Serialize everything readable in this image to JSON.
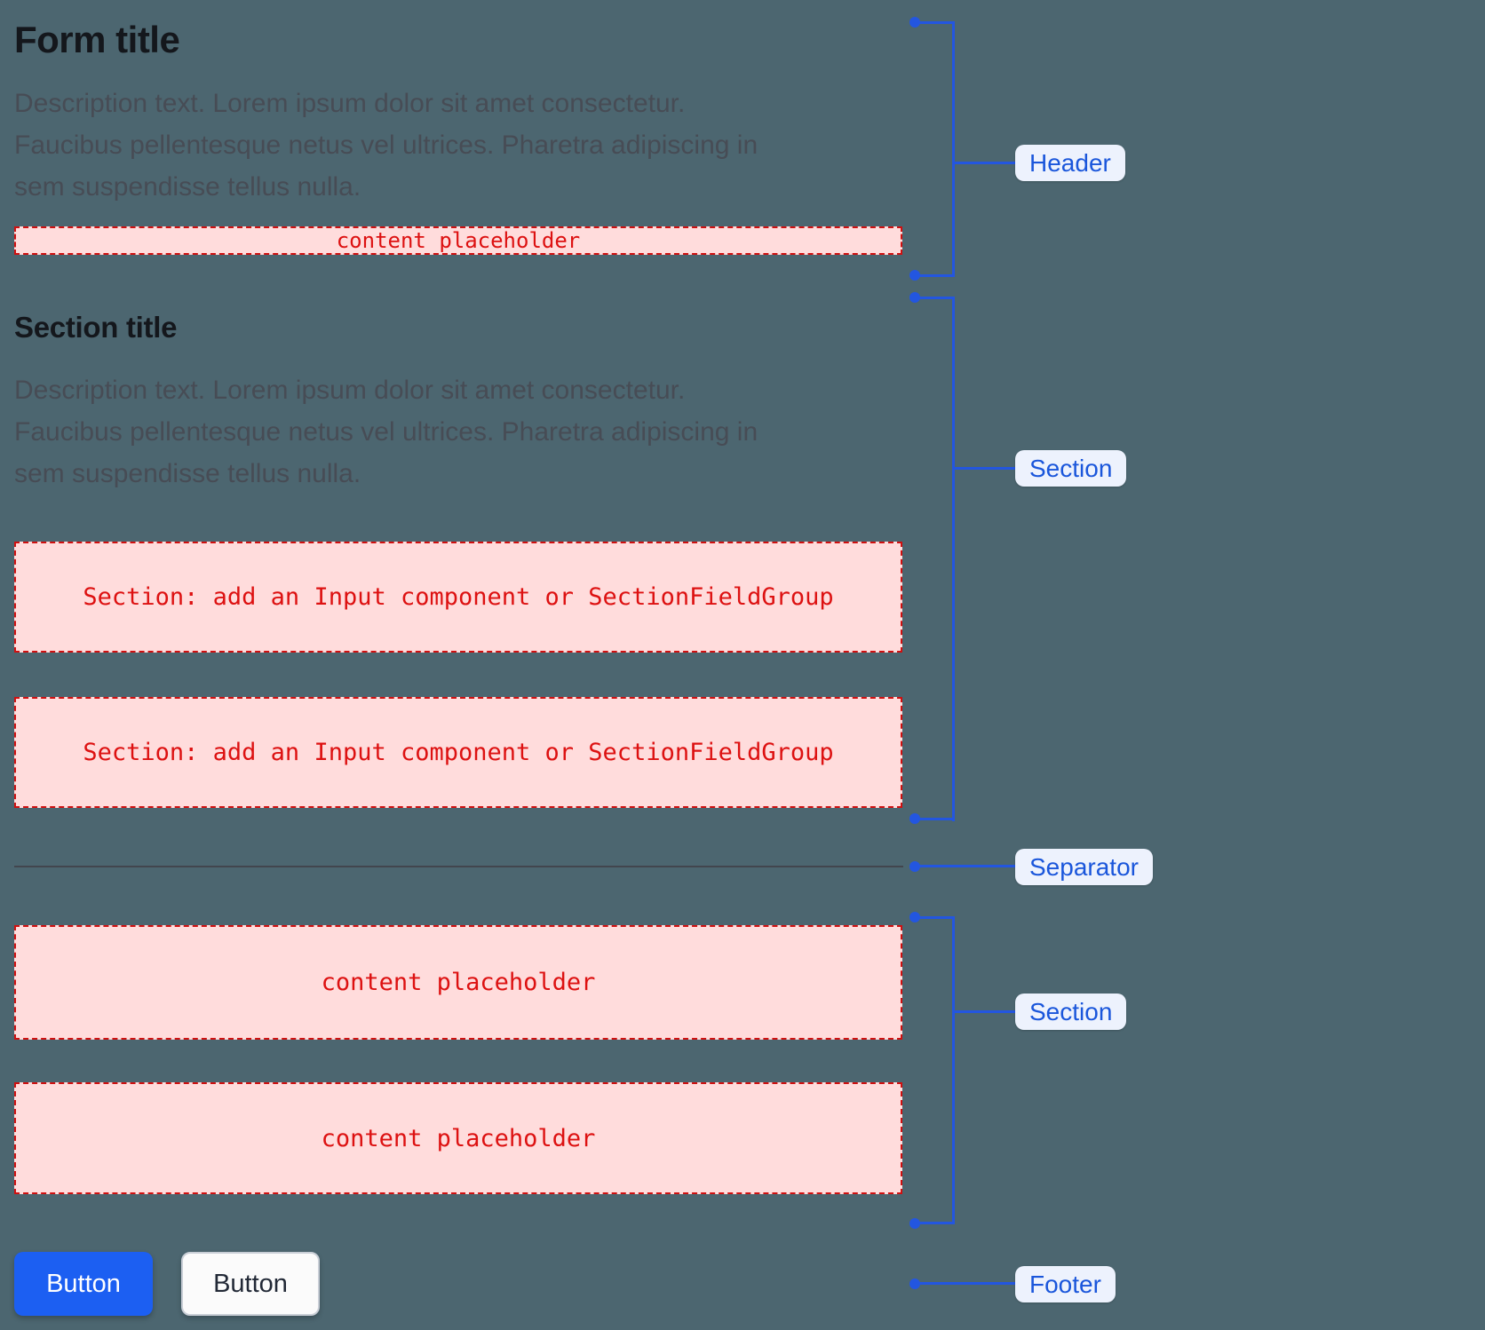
{
  "page": {
    "background_color": "#4c6670",
    "accent_blue": "#2356e0",
    "chip_text_color": "#1a56db",
    "chip_bg_color": "#edf2fd",
    "placeholder_bg_color": "#ffdcdc",
    "placeholder_border_color": "#d01010",
    "placeholder_text_color": "#dd1111",
    "separator_color": "#42464e",
    "primary_button_color": "#1c5ff2"
  },
  "form": {
    "title": "Form title",
    "description_lines": [
      "Description text. Lorem ipsum dolor sit amet consectetur.",
      "Faucibus pellentesque netus vel ultrices. Pharetra adipiscing in",
      "sem suspendisse tellus nulla."
    ]
  },
  "section": {
    "title": "Section title",
    "description_lines": [
      "Description text. Lorem ipsum dolor sit amet consectetur.",
      "Faucibus pellentesque netus vel ultrices. Pharetra adipiscing in",
      "sem suspendisse tellus nulla."
    ]
  },
  "placeholders": {
    "header_content": "content placeholder",
    "section_slot": "Section: add an Input component or SectionFieldGroup",
    "content": "content placeholder"
  },
  "footer": {
    "primary_button_label": "Button",
    "secondary_button_label": "Button"
  },
  "annotations": {
    "header": "Header",
    "section_1": "Section",
    "separator": "Separator",
    "section_2": "Section",
    "footer": "Footer"
  }
}
